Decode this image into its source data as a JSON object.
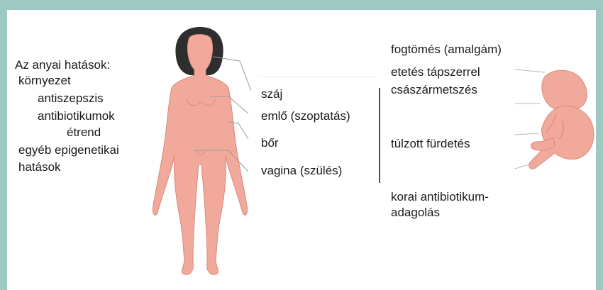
{
  "colors": {
    "frame": "#9ec9c3",
    "panel": "#ffffff",
    "skin": "#f0a99a",
    "skin_shade": "#d98a7c",
    "hair": "#2e2e2e",
    "divider": "#3b4a8c",
    "leader": "#9a9a9a"
  },
  "left_list": {
    "title": "Az anyai hatások:",
    "items": [
      "környezet",
      "antiszepszis",
      "antibiotikumok",
      "étrend",
      "egyéb epigenetikai",
      "hatások"
    ]
  },
  "mother_sites": {
    "items": [
      "száj",
      "emlő (szoptatás)",
      "bőr",
      "vagina (szülés)"
    ]
  },
  "infant_factors": {
    "items": [
      "fogtömés (amalgám)",
      "etetés tápszerrel",
      "császármetszés",
      "túlzott fürdetés",
      "korai antibiotikum-",
      "adagolás"
    ]
  },
  "icons": {
    "mother": "female-body-figure",
    "infant": "fetus-figure"
  }
}
